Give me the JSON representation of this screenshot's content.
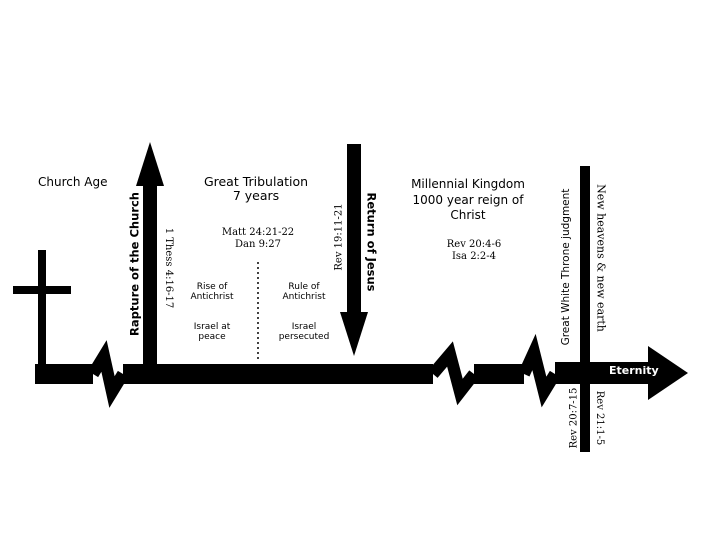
{
  "labels": {
    "church_age": "Church Age",
    "great_tribulation": "Great Tribulation",
    "seven_years": "7 years",
    "millennial_line1": "Millennial Kingdom",
    "millennial_line2": "1000 year reign of",
    "millennial_line3": "Christ",
    "eternity": "Eternity",
    "rapture": "Rapture of the Church",
    "return_of_jesus": "Return of Jesus",
    "great_white_throne": "Great White Throne judgment",
    "new_heavens": "New heavens & new earth",
    "rise_line1": "Rise of",
    "rise_line2": "Antichrist",
    "rule_line1": "Rule of",
    "rule_line2": "Antichrist",
    "peace_line1": "Israel at",
    "peace_line2": "peace",
    "persecuted_line1": "Israel",
    "persecuted_line2": "persecuted"
  },
  "references": {
    "thess": "1 Thess 4:16-17",
    "matt": "Matt 24:21-22",
    "dan": "Dan 9:27",
    "rev19": "Rev 19:11-21",
    "rev20_4": "Rev 20:4-6",
    "isa": "Isa 2:2-4",
    "rev20_7": "Rev 20:7-15",
    "rev21": "Rev 21:1-5"
  },
  "colors": {
    "line": "#000000",
    "eternity_text": "#ffffff",
    "background": "#ffffff"
  },
  "icons": {
    "cross": "cross-icon"
  }
}
